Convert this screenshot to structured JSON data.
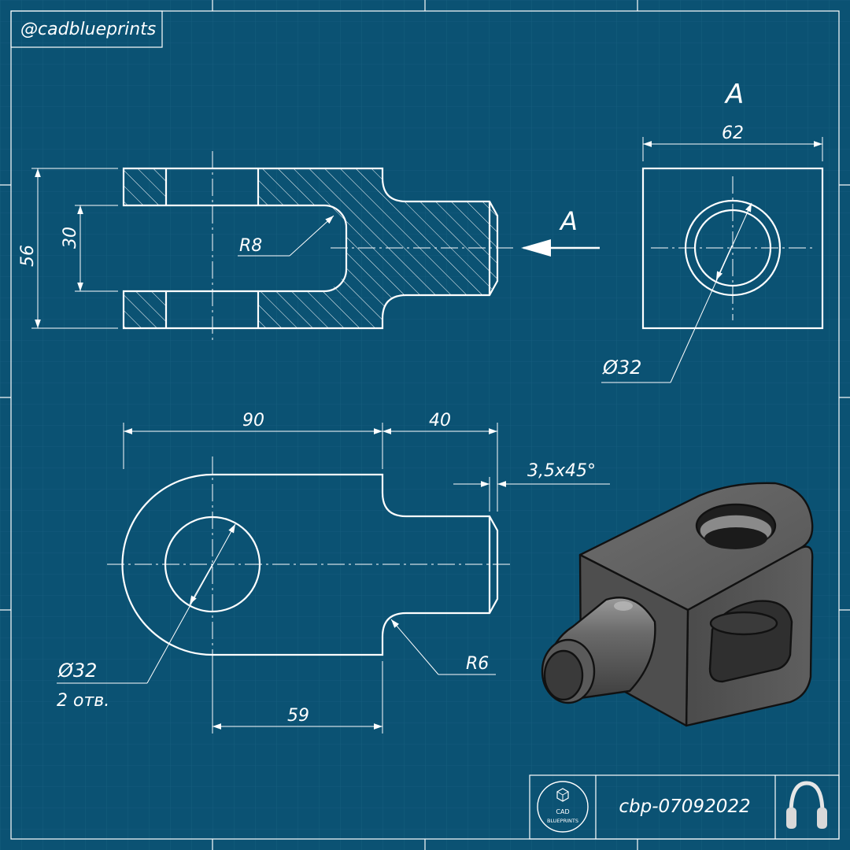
{
  "handle": "@cadblueprints",
  "view_label": "A",
  "view_a": {
    "width_dim": "62",
    "hole_dim": "Ø32"
  },
  "section_view": {
    "height_dim": "56",
    "slot_dim": "30",
    "slot_radius": "R8",
    "view_arrow_label": "A"
  },
  "front_view": {
    "length_dim": "90",
    "pin_length_dim": "40",
    "chamfer_dim": "3,5x45°",
    "hole_dim": "Ø32",
    "hole_count": "2 отв.",
    "center_dim": "59",
    "fillet_radius": "R6"
  },
  "title_block": {
    "logo_line1": "CAD",
    "logo_line2": "BLUEPRINTS",
    "drawing_id": "cbp-07092022"
  },
  "colors": {
    "background": "#0b5273",
    "lines": "#ffffff",
    "solid": "#5a5a5a"
  },
  "icons": [
    "cad-logo-icon",
    "headphones-icon"
  ]
}
